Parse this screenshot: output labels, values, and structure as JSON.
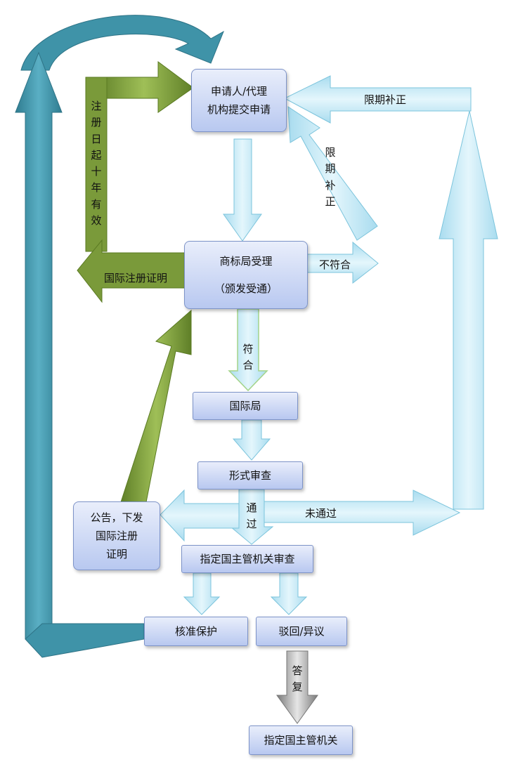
{
  "nodes": {
    "applicant": [
      "申请人/代理",
      "机构提交申请"
    ],
    "trademark_office": [
      "商标局受理",
      "（颁发受通）"
    ],
    "intl_bureau": "国际局",
    "formal_exam": "形式审查",
    "announce": [
      "公告，下发",
      "国际注册",
      "证明"
    ],
    "designated_exam": "指定国主管机关审查",
    "approve": "核准保护",
    "reject": "驳回/异议",
    "designated_authority": "指定国主管机关"
  },
  "labels": {
    "valid_ten_years": "注册日起十年有效",
    "intl_reg_cert": "国际注册证明",
    "correction_top": "限期补正",
    "correction_diag": "限期补正",
    "non_compliant": "不符合",
    "compliant": "符合",
    "passed": "通过",
    "not_passed": "未通过",
    "reply": "答复"
  },
  "colors": {
    "teal": "#3f93a8",
    "olive": "#7a9a3a",
    "light_blue": "#c8ecf8",
    "gray": "#9a9a9a"
  }
}
